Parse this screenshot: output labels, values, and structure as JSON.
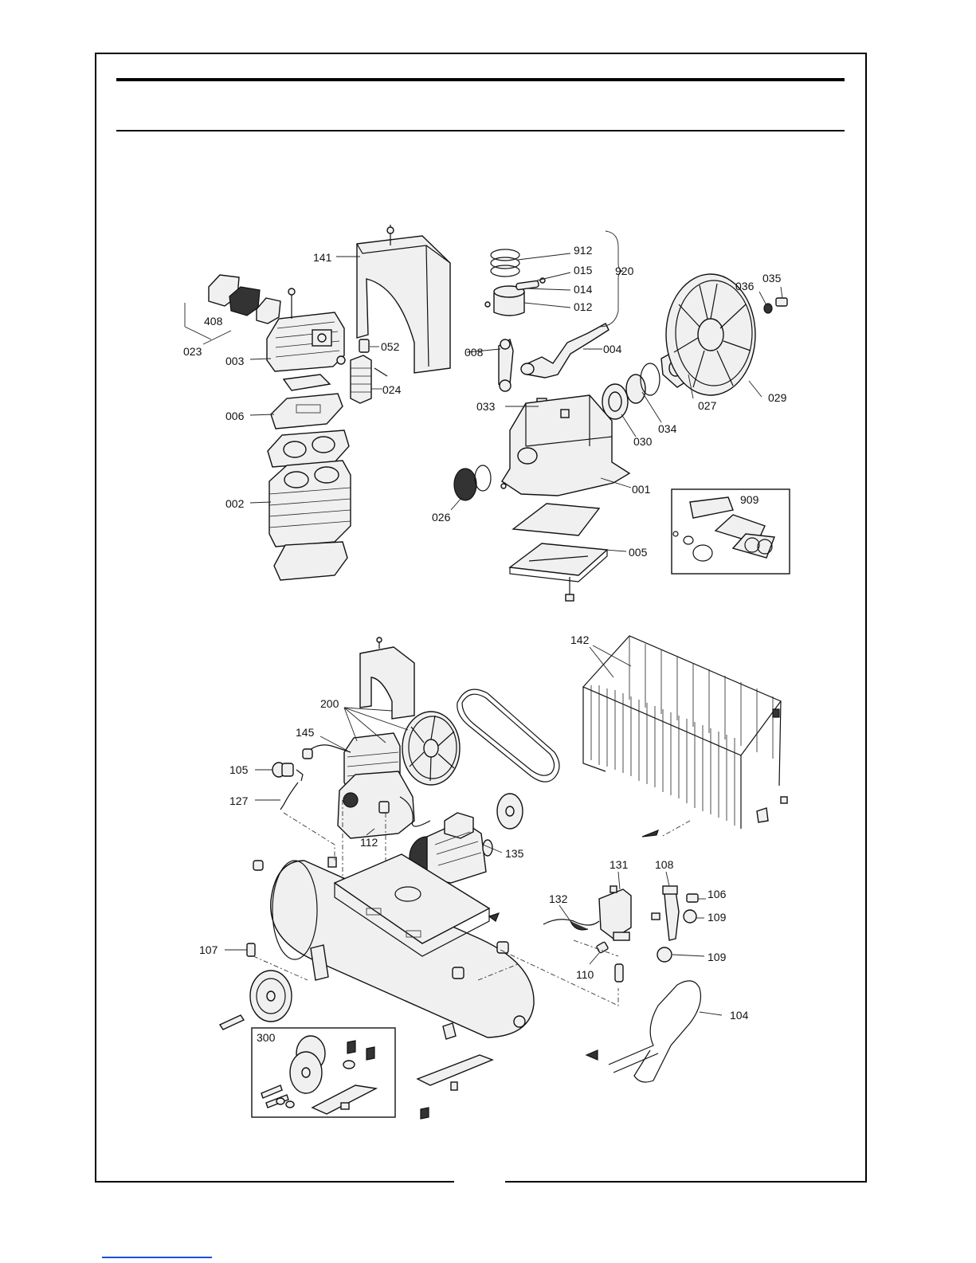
{
  "labels_top": {
    "l141": "141",
    "l912": "912",
    "l015": "015",
    "l014": "014",
    "l012": "012",
    "l920": "920",
    "l036": "036",
    "l035": "035",
    "l408": "408",
    "l023": "023",
    "l003": "003",
    "l052": "052",
    "l024": "024",
    "l008": "008",
    "l004": "004",
    "l027": "027",
    "l029": "029",
    "l033": "033",
    "l030": "030",
    "l034": "034",
    "l006": "006",
    "l001": "001",
    "l002": "002",
    "l026": "026",
    "l005": "005",
    "l909": "909"
  },
  "labels_bottom": {
    "l142": "142",
    "l200": "200",
    "l145": "145",
    "l105": "105",
    "l127": "127",
    "l112": "112",
    "l135": "135",
    "l131": "131",
    "l108": "108",
    "l106": "106",
    "l132": "132",
    "l109a": "109",
    "l109b": "109",
    "l107": "107",
    "l110": "110",
    "l104": "104",
    "l300": "300"
  }
}
